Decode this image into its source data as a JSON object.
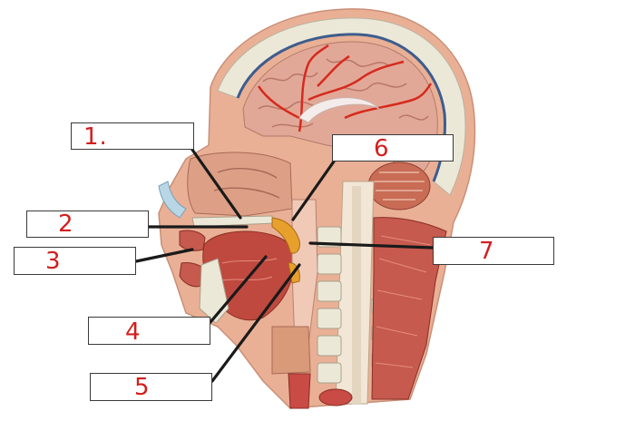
{
  "colors": {
    "handwriting": "#d11f1f",
    "leader_line": "#1a1a1a",
    "box_border": "#3a3a3a",
    "skin": "#e9b096",
    "muscle": "#c0493f",
    "brain": "#e2a897",
    "bone": "#ece8d8",
    "artery": "#d62a1e",
    "cartilage": "#b8d6e6"
  },
  "labels": [
    {
      "id": "1",
      "text": "1."
    },
    {
      "id": "2",
      "text": "2"
    },
    {
      "id": "3",
      "text": "3"
    },
    {
      "id": "4",
      "text": "4"
    },
    {
      "id": "5",
      "text": "5"
    },
    {
      "id": "6",
      "text": "6"
    },
    {
      "id": "7",
      "text": "7"
    }
  ]
}
